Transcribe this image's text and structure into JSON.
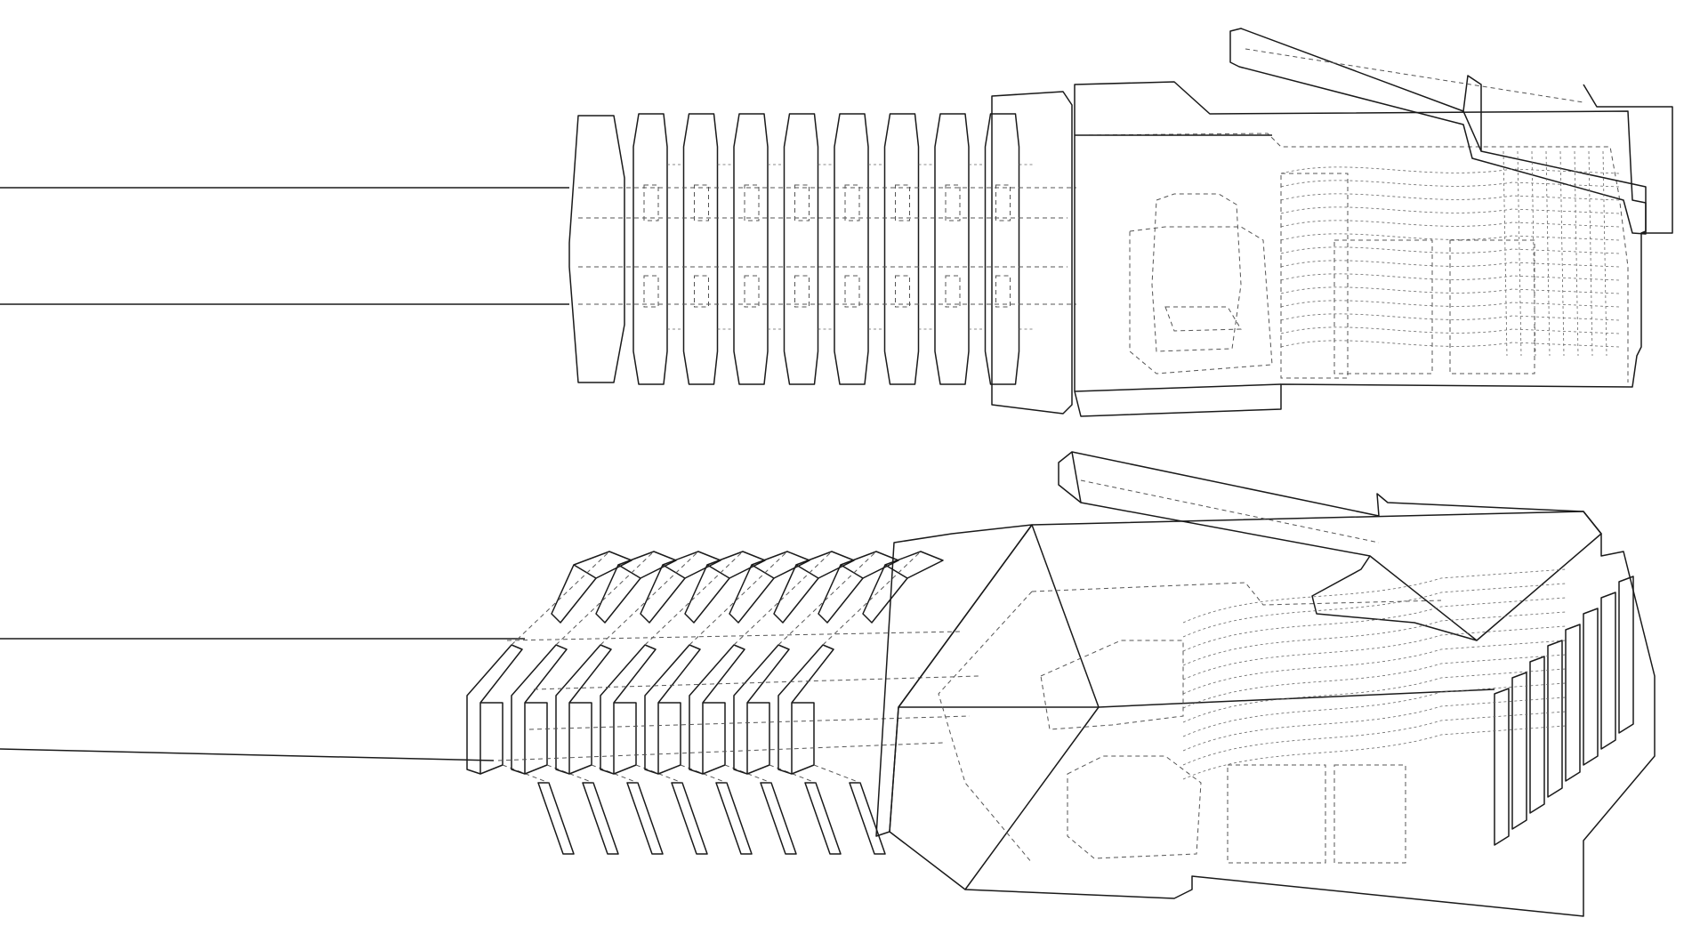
{
  "colors": {
    "background": "#ffffff",
    "line": "#1a1a1a",
    "hidden_line": "#555555"
  },
  "drawing": {
    "style": "wireframe",
    "views": [
      {
        "id": "side-view",
        "subject": "rj45-connector",
        "boot_ribs": 8
      },
      {
        "id": "perspective-view",
        "subject": "rj45-connector",
        "boot_ribs": 8
      }
    ]
  }
}
